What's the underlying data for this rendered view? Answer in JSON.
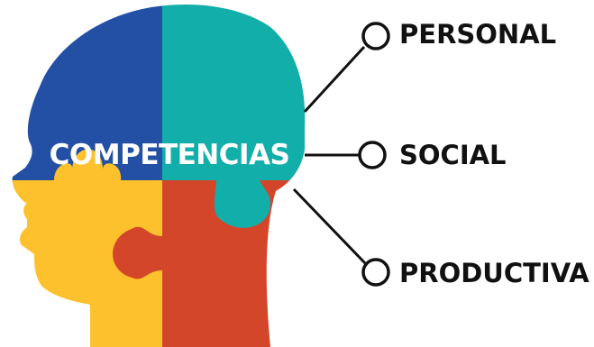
{
  "center_label": "COMPETENCIAS",
  "branches": [
    {
      "label": "PERSONAL"
    },
    {
      "label": "SOCIAL"
    },
    {
      "label": "PRODUCTIVA"
    }
  ],
  "colors": {
    "blue": "#2350a4",
    "teal": "#12aeaa",
    "yellow": "#fcc12c",
    "orange": "#d4462a",
    "line": "#111111",
    "label_text": "#ffffff"
  },
  "icons": [
    "head-silhouette",
    "puzzle-pieces",
    "connector-circle"
  ]
}
